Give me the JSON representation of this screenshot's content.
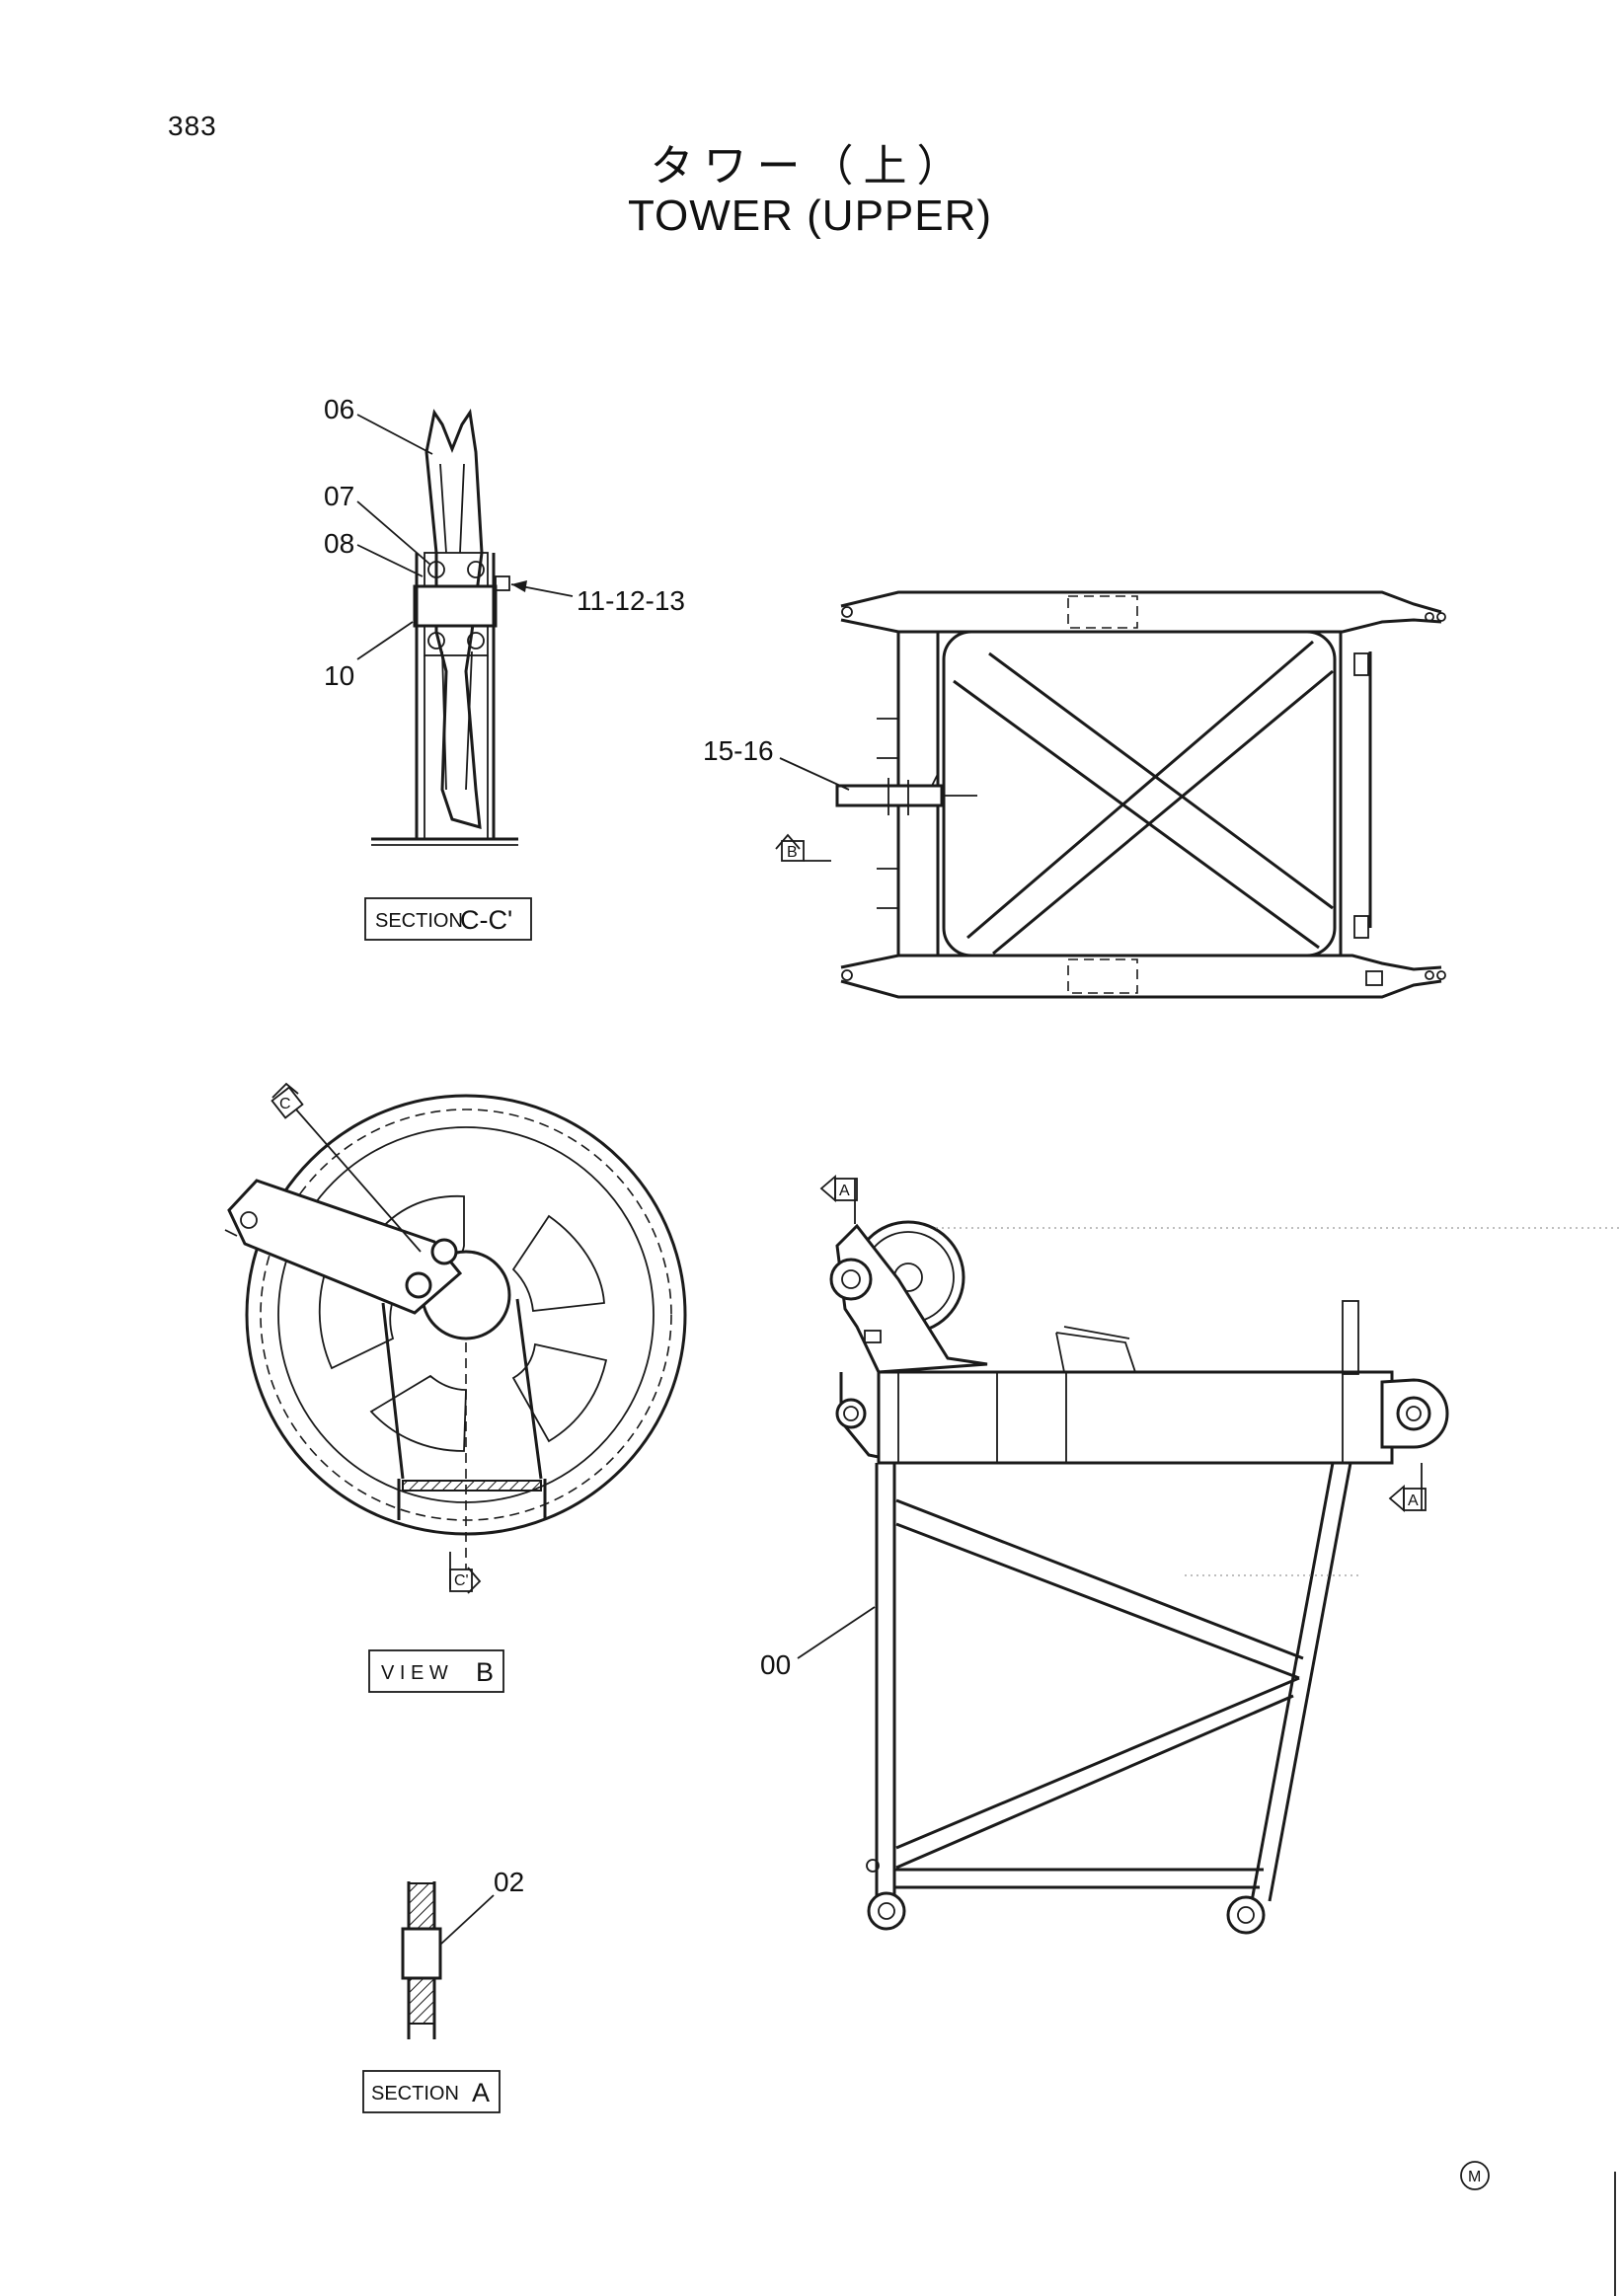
{
  "page_number": "383",
  "title_jp": "タワー（上）",
  "title_en": "TOWER (UPPER)",
  "parts": {
    "p06": "06",
    "p07": "07",
    "p08": "08",
    "p10": "10",
    "p11_12_13": "11-12-13",
    "p15_16": "15-16",
    "p00": "00",
    "p02": "02"
  },
  "views": {
    "section_cc_word": "SECTION",
    "section_cc_id": "C-C'",
    "view_b_word": "V I E W",
    "view_b_id": "B",
    "section_a_word": "SECTION",
    "section_a_id": "A"
  },
  "arrows": {
    "b": "B",
    "c_top": "C",
    "c_bottom": "C'",
    "a_top": "A",
    "a_right": "A"
  },
  "mark": "M"
}
